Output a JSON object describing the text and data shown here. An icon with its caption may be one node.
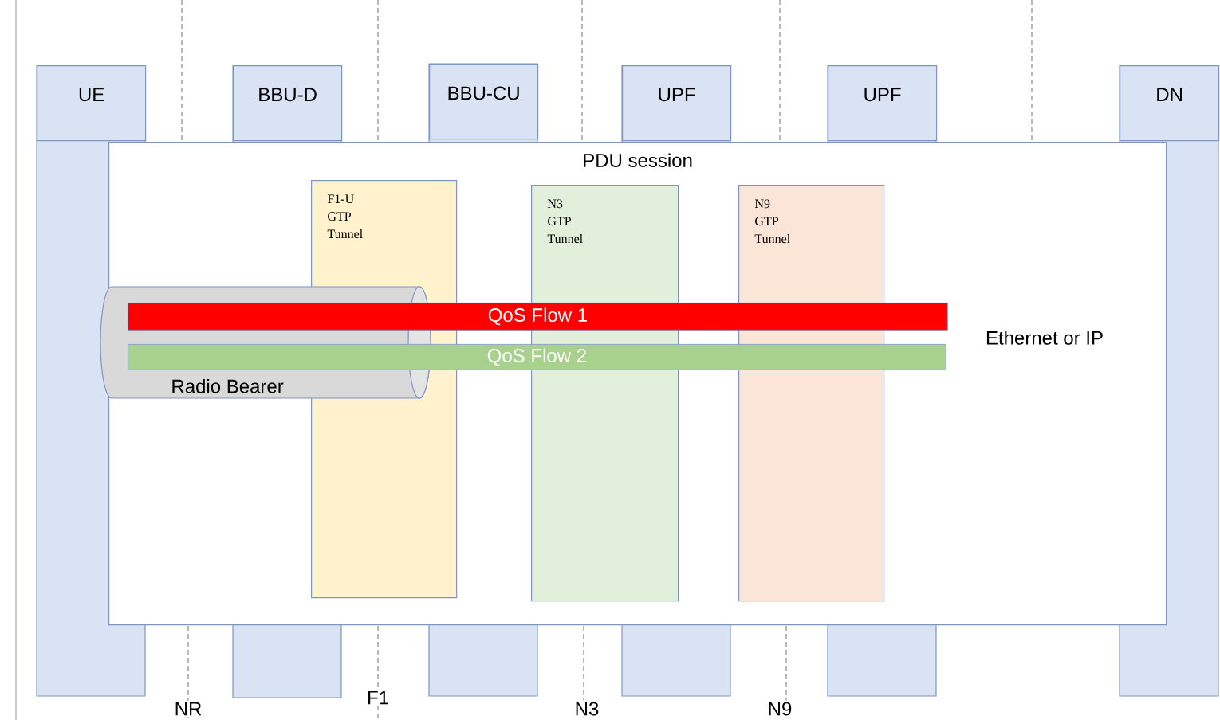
{
  "diagram": {
    "nodes": [
      {
        "text": [
          "UE"
        ]
      },
      {
        "text": [
          "BBU-D"
        ]
      },
      {
        "text": [
          "BBU-CU"
        ]
      },
      {
        "text": [
          "UPF"
        ]
      },
      {
        "text": [
          "UPF"
        ]
      },
      {
        "text": [
          "DN"
        ]
      },
      {
        "text": [
          "PDU session"
        ]
      },
      {
        "text": [
          "F1-U",
          "GTP Tunnel"
        ],
        "in": 6
      },
      {
        "text": [
          "N3",
          "GTP Tunnel"
        ],
        "in": 6
      },
      {
        "text": [
          "N9",
          "GTP Tunnel"
        ],
        "in": 6
      },
      {
        "text": [
          "Radio Bearer"
        ],
        "in": 6
      },
      {
        "text": [
          "QoS Flow 1"
        ],
        "in": 6
      },
      {
        "text": [
          "QoS Flow 2"
        ],
        "in": 6
      }
    ],
    "edges": [],
    "labels": [
      "Ethernet or IP",
      "NR",
      "F1",
      "N3",
      "N9"
    ]
  }
}
